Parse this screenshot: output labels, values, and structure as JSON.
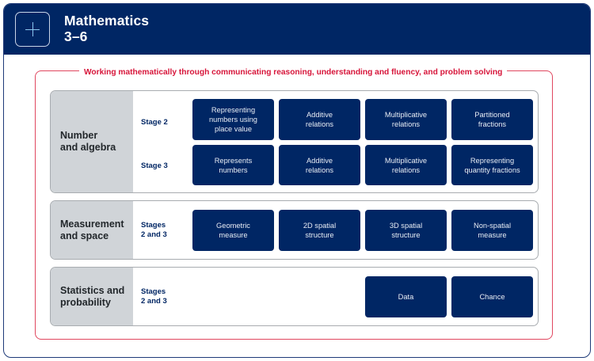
{
  "header": {
    "icon": "plus-icon",
    "title_line1": "Mathematics",
    "title_line2": "3–6"
  },
  "banner": "Working mathematically through communicating reasoning, understanding and fluency, and problem solving",
  "colors": {
    "header_bg": "#002664",
    "box_bg": "#002664",
    "banner_red": "#d7153a",
    "strand_grey": "#d0d4d8"
  },
  "strands": [
    {
      "name_line1": "Number",
      "name_line2": "and algebra",
      "stages": [
        {
          "label_line1": "Stage 2",
          "focus_areas": [
            [
              "Representing",
              "numbers using",
              "place value"
            ],
            [
              "Additive",
              "relations"
            ],
            [
              "Multiplicative",
              "relations"
            ],
            [
              "Partitioned",
              "fractions"
            ]
          ]
        },
        {
          "label_line1": "Stage 3",
          "focus_areas": [
            [
              "Represents",
              "numbers"
            ],
            [
              "Additive",
              "relations"
            ],
            [
              "Multiplicative",
              "relations"
            ],
            [
              "Representing",
              "quantity fractions"
            ]
          ]
        }
      ]
    },
    {
      "name_line1": "Measurement",
      "name_line2": "and space",
      "stage_line1": "Stages",
      "stage_line2": "2 and 3",
      "focus_areas": [
        [
          "Geometric",
          "measure"
        ],
        [
          "2D spatial",
          "structure"
        ],
        [
          "3D spatial",
          "structure"
        ],
        [
          "Non-spatial",
          "measure"
        ]
      ]
    },
    {
      "name_line1": "Statistics and",
      "name_line2": "probability",
      "stage_line1": "Stages",
      "stage_line2": "2 and 3",
      "focus_areas": [
        [
          "Data"
        ],
        [
          "Chance"
        ]
      ]
    }
  ]
}
